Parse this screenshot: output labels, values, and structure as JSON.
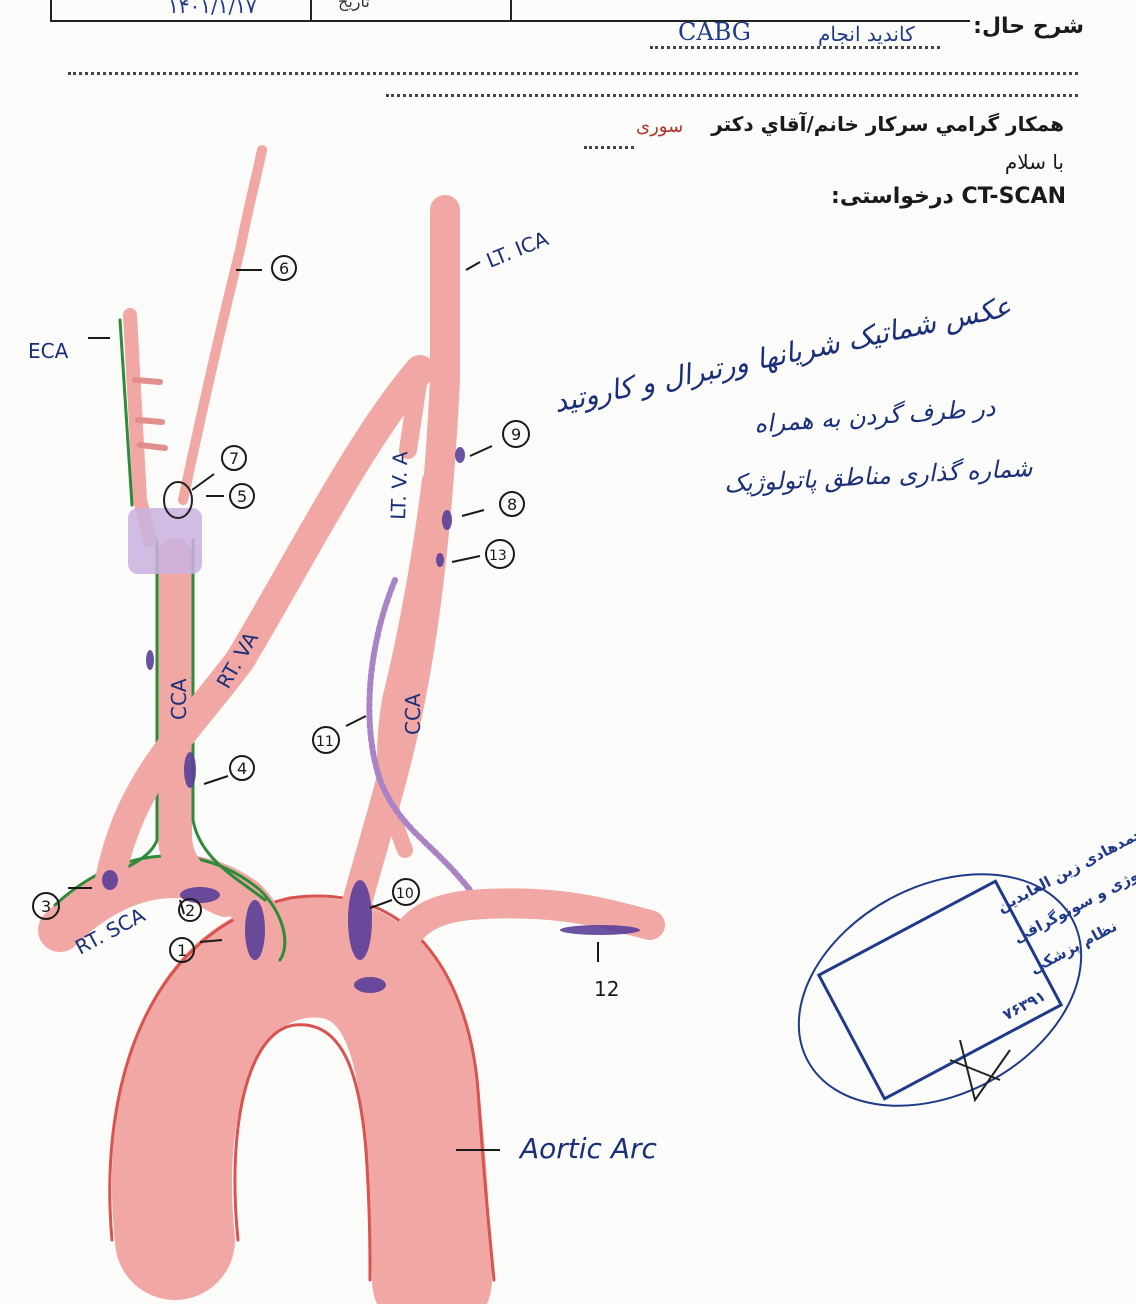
{
  "header": {
    "date": "۱۴۰۱/۱/۱۷",
    "date_label": "تاریخ"
  },
  "form": {
    "history_label": "شرح حال:",
    "history_value_1": "CABG",
    "history_value_2": "کاندید انجام",
    "greeting_line": "همکار گرامي سرکار خانم/آقاي دکتر",
    "doctor_name": "سوری",
    "salutation": "با سلام",
    "request_label": "CT-SCAN درخواستی:"
  },
  "notes": {
    "line1": "عکس شماتیک شریانها ورتبرال و کاروتید",
    "line2": "در طرف گردن به همراه",
    "line3": "شماره گذاری مناطق پاتولوژیک"
  },
  "labels": {
    "eca": "ECA",
    "lt_ica": "LT. ICA",
    "rt_va": "RT. VA",
    "lt_va": "LT. V. A",
    "cca_right": "CCA",
    "cca_left": "CCA",
    "rt_sca": "RT. SCA",
    "aortic_arc": "Aortic Arc",
    "n1": "1",
    "n2": "2",
    "n3": "3",
    "n4": "4",
    "n5": "5",
    "n6": "6",
    "n7": "7",
    "n8": "8",
    "n9": "9",
    "n10": "10",
    "n11": "11",
    "n12": "12",
    "n13": "13"
  },
  "stamp": {
    "line1": "دکتر محمدهادی زین العابدین",
    "line2": "متخصص رادیولوژی و سونوگرافی",
    "line3": "نظام پزشکی",
    "line4": "۷۶۳۹۱"
  },
  "colors": {
    "vessel": "#f0a0a0",
    "vessel_edge": "#d9534f",
    "plaque": "#5b3f99",
    "outline_green": "#2e8b3a",
    "ink_blue": "#1f3a8a"
  }
}
